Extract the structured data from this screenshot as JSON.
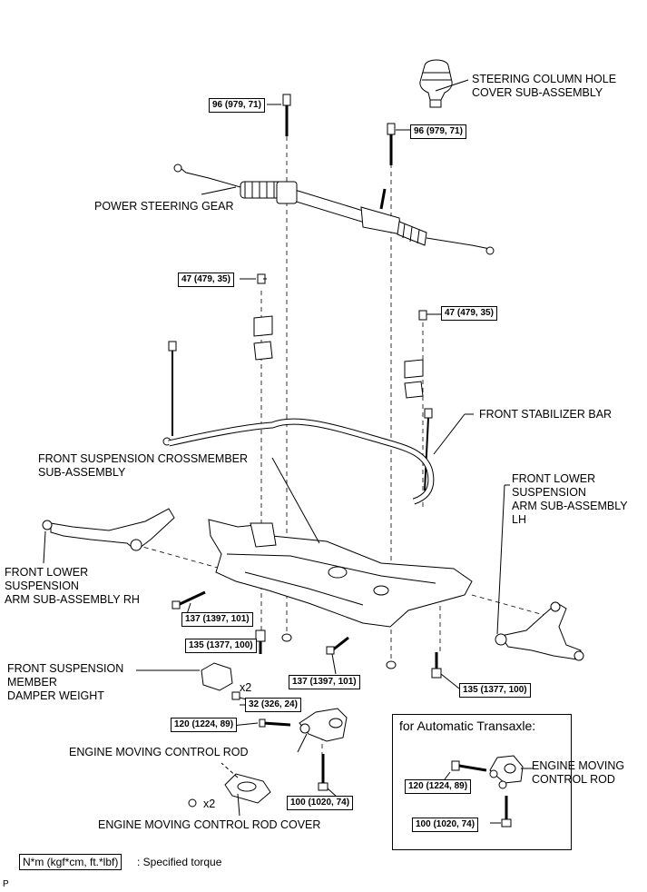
{
  "labels": {
    "steering_column_cover": "STEERING COLUMN HOLE\nCOVER SUB-ASSEMBLY",
    "power_steering_gear": "POWER STEERING GEAR",
    "front_stabilizer_bar": "FRONT STABILIZER BAR",
    "crossmember": "FRONT SUSPENSION CROSSMEMBER\nSUB-ASSEMBLY",
    "lower_arm_lh": "FRONT LOWER\nSUSPENSION\nARM SUB-ASSEMBLY\nLH",
    "lower_arm_rh": "FRONT LOWER\nSUSPENSION\nARM SUB-ASSEMBLY RH",
    "damper_weight": "FRONT SUSPENSION\nMEMBER\nDAMPER WEIGHT",
    "engine_rod": "ENGINE MOVING CONTROL ROD",
    "engine_rod_cover": "ENGINE MOVING CONTROL ROD COVER",
    "engine_rod_at": "ENGINE MOVING\nCONTROL ROD",
    "x2_a": "x2",
    "x2_b": "x2"
  },
  "torques": {
    "t96_a": "96 (979, 71)",
    "t96_b": "96 (979, 71)",
    "t47_a": "47 (479, 35)",
    "t47_b": "47 (479, 35)",
    "t137_a": "137 (1397, 101)",
    "t135_a": "135 (1377, 100)",
    "t137_b": "137 (1397, 101)",
    "t135_b": "135 (1377, 100)",
    "t32": "32 (326, 24)",
    "t120_a": "120 (1224, 89)",
    "t100_a": "100 (1020, 74)",
    "t120_b": "120 (1224, 89)",
    "t100_b": "100 (1020, 74)"
  },
  "inset": {
    "title": "for Automatic Transaxle:"
  },
  "legend": {
    "unit": "N*m (kgf*cm, ft.*lbf)",
    "text": ": Specified torque"
  },
  "corner_mark": "P"
}
